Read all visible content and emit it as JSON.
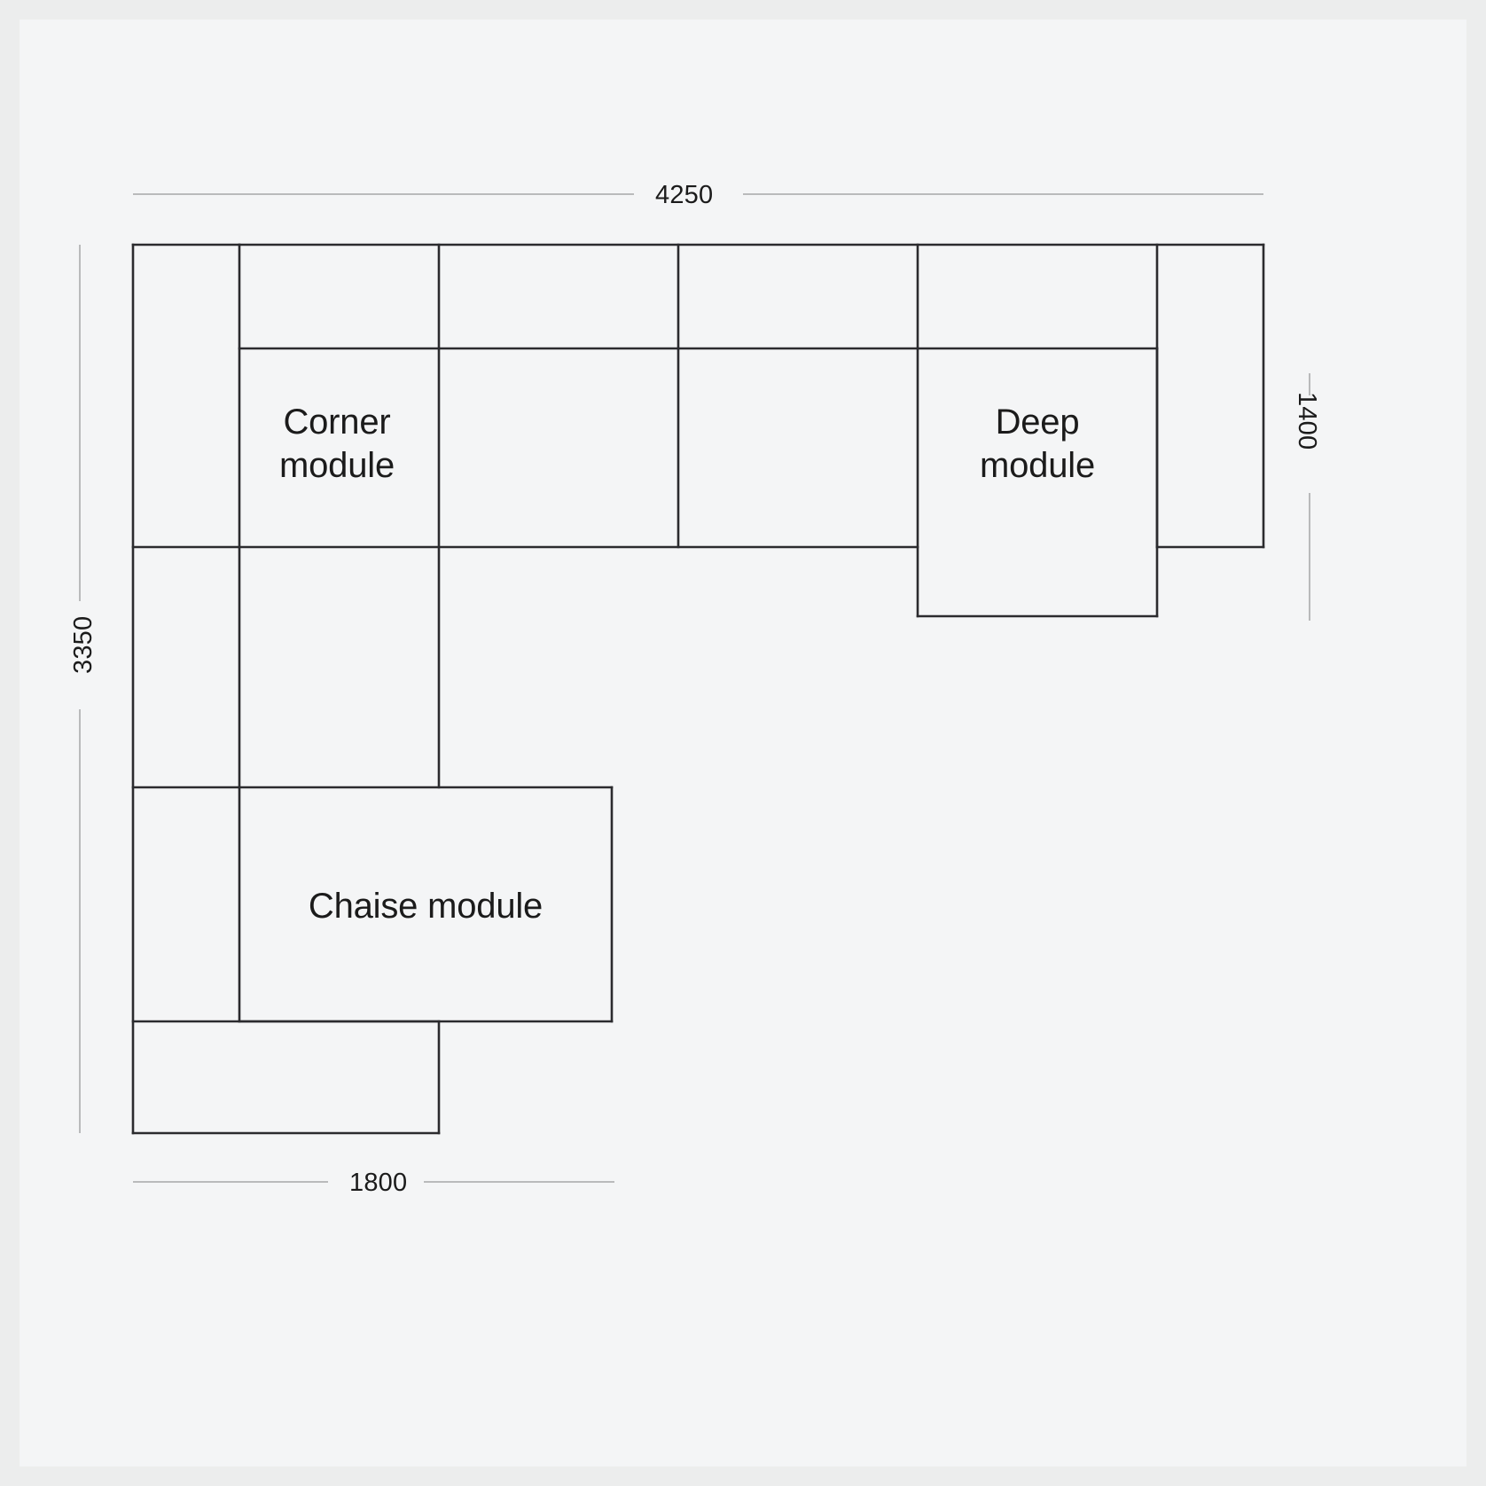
{
  "diagram": {
    "type": "floor-plan",
    "subject": "modular-sofa-layout",
    "background_color": "#eceded",
    "panel_color": "#f4f5f6",
    "line_color": "#2b2b2e",
    "dimension_line_color": "#b9babb",
    "text_color": "#1b1b1b"
  },
  "dimensions": {
    "top": {
      "value": "4250",
      "orientation": "horizontal",
      "position": "top"
    },
    "left": {
      "value": "3350",
      "orientation": "vertical",
      "position": "left"
    },
    "right": {
      "value": "1400",
      "orientation": "vertical",
      "position": "right"
    },
    "bottom": {
      "value": "1800",
      "orientation": "horizontal",
      "position": "bottom"
    }
  },
  "modules": [
    {
      "id": "corner",
      "label": "Corner\nmodule"
    },
    {
      "id": "deep",
      "label": "Deep\nmodule"
    },
    {
      "id": "chaise",
      "label": "Chaise module"
    }
  ]
}
